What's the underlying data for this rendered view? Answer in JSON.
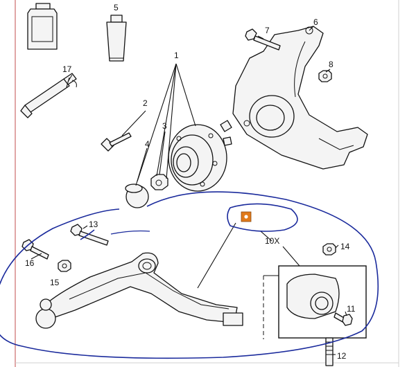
{
  "callouts": {
    "c1": "1",
    "c2": "2",
    "c3": "3",
    "c4": "4",
    "c5": "5",
    "c6": "6",
    "c7": "7",
    "c8": "8",
    "c10x": "10X",
    "c11": "11",
    "c12": "12",
    "c13": "13",
    "c14": "14",
    "c15": "15",
    "c16": "16",
    "c17": "17"
  },
  "colors": {
    "line_art": "#111111",
    "annotation_ring": "#1a2a9c",
    "marker": "#e07a1a",
    "page_border": "#cc6a6a"
  },
  "icons": {
    "marker": "orange-square-marker",
    "ring": "blue-freehand-outline"
  }
}
